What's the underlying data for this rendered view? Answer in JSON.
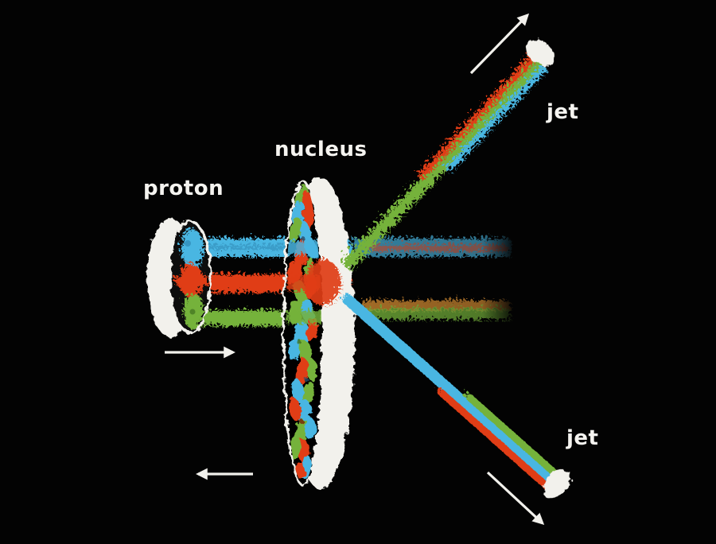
{
  "figure": {
    "background": "#030303",
    "labels": {
      "proton": "proton",
      "nucleus": "nucleus",
      "jet_top": "jet",
      "jet_bottom": "jet"
    },
    "colors": {
      "white": "#f2f1ec",
      "quark_blue": "#48b6e2",
      "quark_blue_dark": "#2f89b5",
      "quark_red": "#e03c16",
      "quark_green": "#74b23b",
      "remnant_orange": "#c28030",
      "label_text": "#f5f4f0"
    }
  }
}
